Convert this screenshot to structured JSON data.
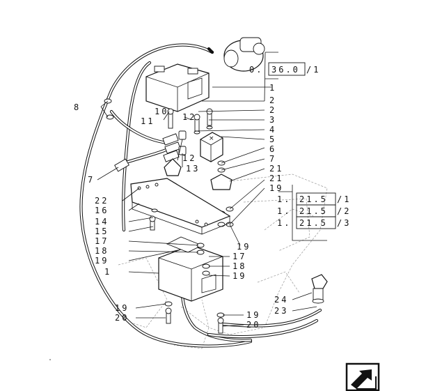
{
  "callouts": [
    {
      "id": "c1a",
      "text": "1"
    },
    {
      "id": "c2a",
      "text": "2"
    },
    {
      "id": "c2b",
      "text": "2"
    },
    {
      "id": "c3",
      "text": "3"
    },
    {
      "id": "c4",
      "text": "4"
    },
    {
      "id": "c5",
      "text": "5"
    },
    {
      "id": "c6",
      "text": "6"
    },
    {
      "id": "c7a",
      "text": "7"
    },
    {
      "id": "c7b",
      "text": "7"
    },
    {
      "id": "c8",
      "text": "8"
    },
    {
      "id": "c10",
      "text": "10"
    },
    {
      "id": "c11",
      "text": "11"
    },
    {
      "id": "c12a",
      "text": "12"
    },
    {
      "id": "c12b",
      "text": "12"
    },
    {
      "id": "c13",
      "text": "13"
    },
    {
      "id": "c21a",
      "text": "21"
    },
    {
      "id": "c21b",
      "text": "21"
    },
    {
      "id": "c19a",
      "text": "19"
    },
    {
      "id": "c22",
      "text": "22"
    },
    {
      "id": "c16",
      "text": "16"
    },
    {
      "id": "c14",
      "text": "14"
    },
    {
      "id": "c15",
      "text": "15"
    },
    {
      "id": "c17a",
      "text": "17"
    },
    {
      "id": "c18a",
      "text": "18"
    },
    {
      "id": "c19b",
      "text": "19"
    },
    {
      "id": "c1b",
      "text": "1"
    },
    {
      "id": "c19c",
      "text": "19"
    },
    {
      "id": "c17b",
      "text": "17"
    },
    {
      "id": "c18b",
      "text": "18"
    },
    {
      "id": "c19d",
      "text": "19"
    },
    {
      "id": "c24",
      "text": "24"
    },
    {
      "id": "c23",
      "text": "23"
    },
    {
      "id": "c19e",
      "text": "19"
    },
    {
      "id": "c20a",
      "text": "20"
    },
    {
      "id": "c19f",
      "text": "19"
    },
    {
      "id": "c20b",
      "text": "20"
    }
  ],
  "references": {
    "top": {
      "prefix": "0.",
      "boxed": "36.0",
      "suffix": "/1"
    },
    "right": [
      {
        "prefix": "1.",
        "boxed": "21.5",
        "suffix": "/1"
      },
      {
        "prefix": "1.",
        "boxed": "21.5",
        "suffix": "/2"
      },
      {
        "prefix": "1.",
        "boxed": "21.5",
        "suffix": "/3"
      }
    ]
  },
  "icons": {
    "corner": "page-turn-arrow-icon"
  }
}
